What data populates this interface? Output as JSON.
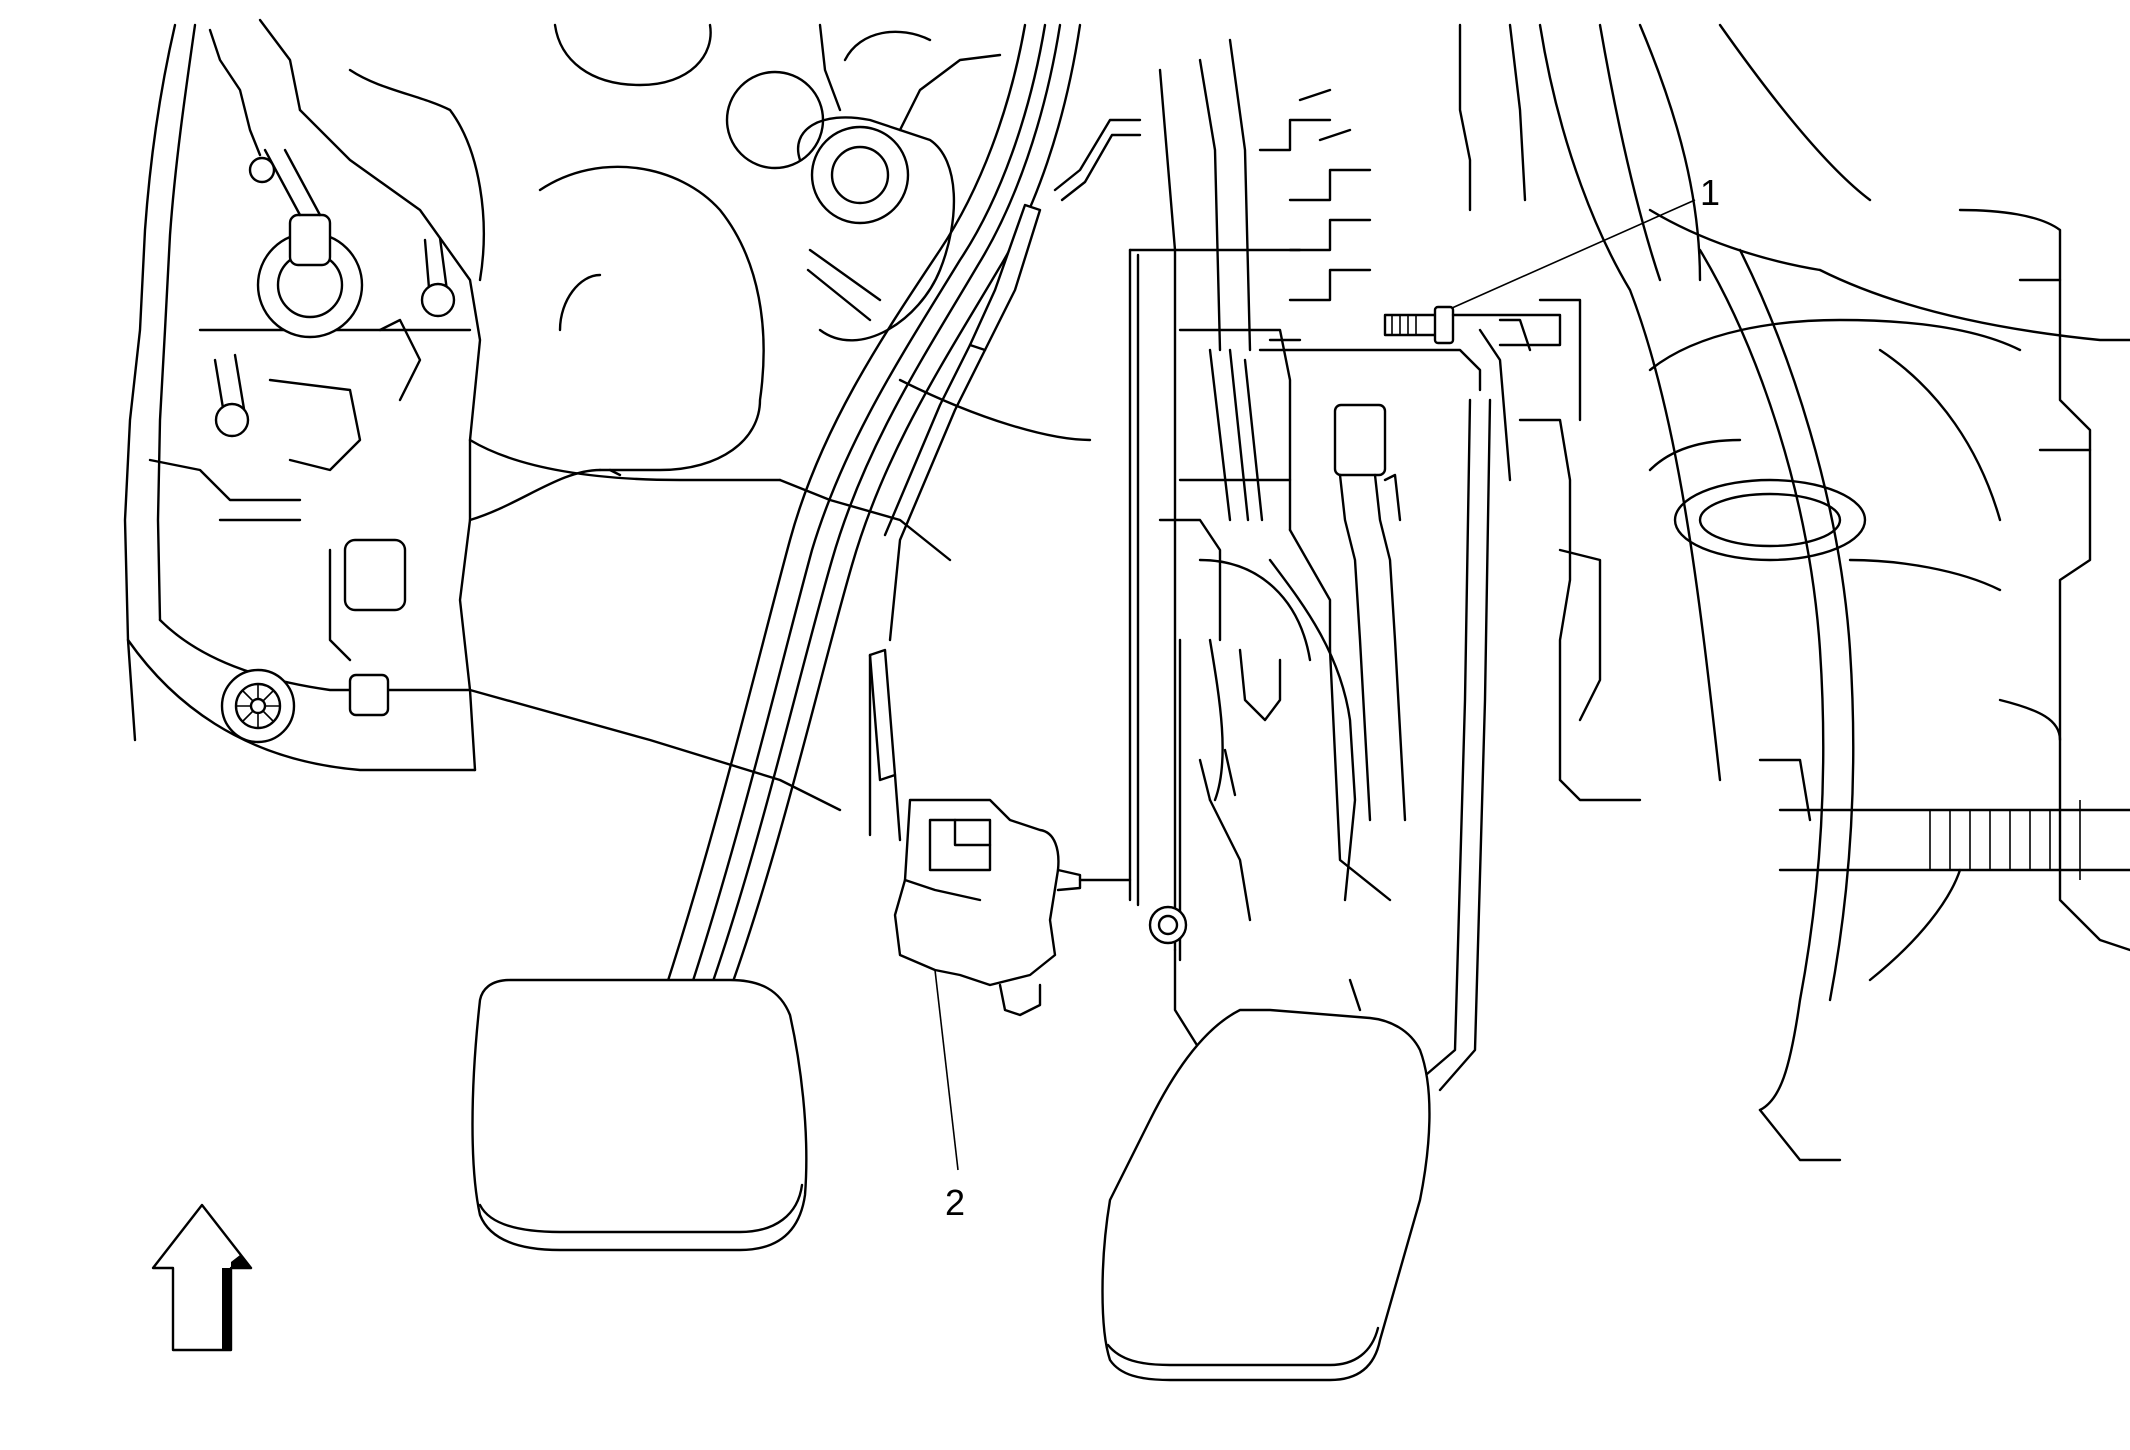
{
  "callouts": [
    {
      "id": "1",
      "label": "1"
    },
    {
      "id": "2",
      "label": "2"
    }
  ],
  "colors": {
    "line": "#000000",
    "background": "#ffffff"
  },
  "icons": {
    "orientation": "up-arrow-icon"
  }
}
